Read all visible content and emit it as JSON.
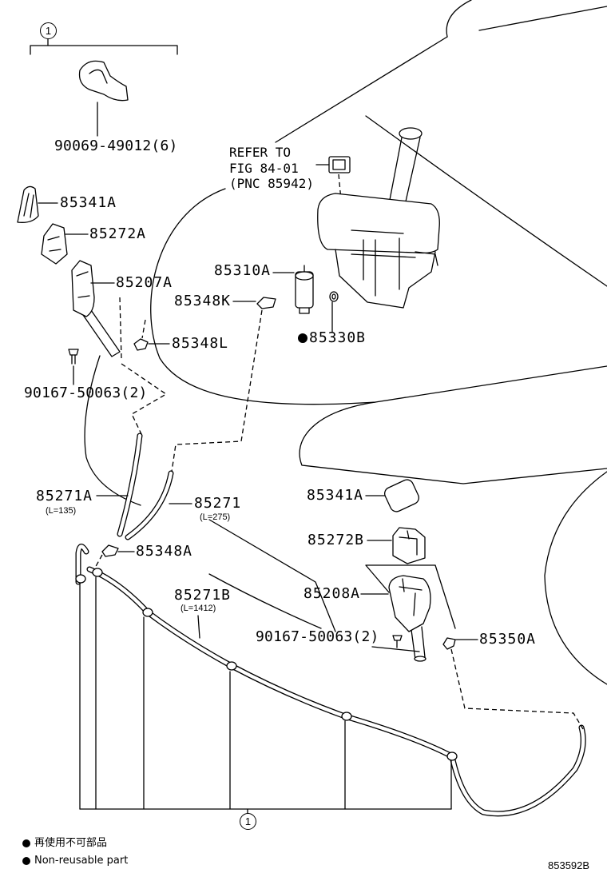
{
  "diagram": {
    "figure_code": "853592B",
    "ref_index_top": "1",
    "ref_index_bottom": "1"
  },
  "callouts": {
    "clip": "90069-49012(6)",
    "refer_to": {
      "line1": "REFER TO",
      "line2": "FIG 84-01",
      "line3": "(PNC 85942)"
    },
    "cap_left": "85341A",
    "cover_left": "85272A",
    "nozzle_left": "85207A",
    "pump": "85310A",
    "joint_k": "85348K",
    "grommet": "85330B",
    "joint_l": "85348L",
    "screw_left": "90167-50063(2)",
    "cap_right": "85341A",
    "hose_a": "85271A",
    "hose_a_length": "(L=135)",
    "hose": "85271",
    "hose_length": "(L=275)",
    "cover_right": "85272B",
    "joint_a": "85348A",
    "nozzle_right": "85208A",
    "hose_b": "85271B",
    "hose_b_length": "(L=1412)",
    "screw_right": "90167-50063(2)",
    "joint_350a": "85350A"
  },
  "legend": {
    "ja": "再使用不可部品",
    "en": "Non-reusable part"
  },
  "colors": {
    "ink": "#000000",
    "paper": "#ffffff"
  }
}
